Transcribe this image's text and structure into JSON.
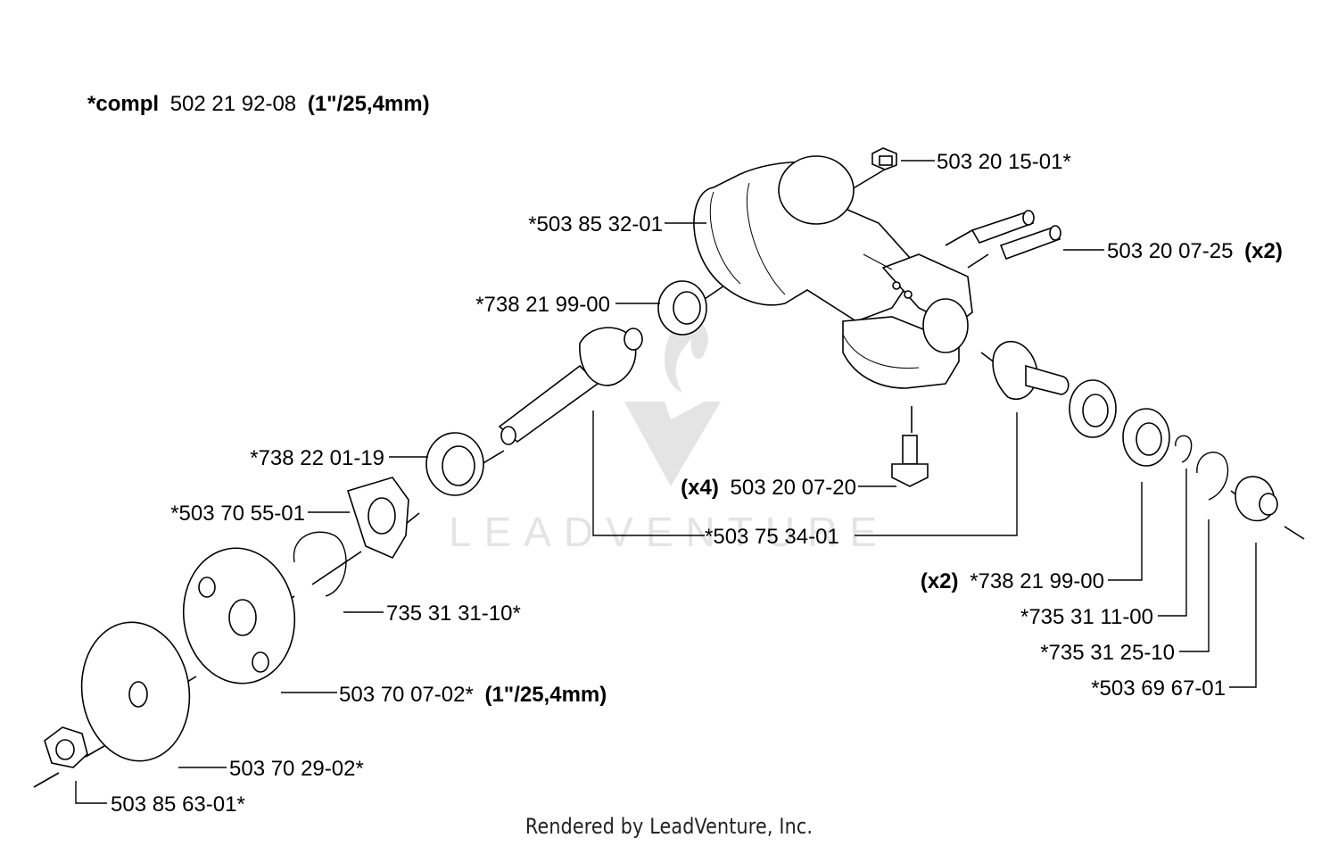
{
  "header": {
    "prefix_bold": "*compl",
    "part_no": "502 21 92-08",
    "size_bold": "(1\"/25,4mm)"
  },
  "watermark": {
    "text": "LEADVENTURE"
  },
  "labels": {
    "l1": {
      "text": "503 20 15-01*"
    },
    "l2": {
      "text": "*503 85 32-01"
    },
    "l3": {
      "text": "503 20 07-25",
      "suffix": "(x2)"
    },
    "l4": {
      "text": "*738 21 99-00"
    },
    "l5": {
      "text": "*738 22 01-19"
    },
    "l6": {
      "prefix": "(x4)",
      "text": "503 20 07-20"
    },
    "l7": {
      "text": "*503 70 55-01"
    },
    "l8": {
      "text": "*503 75 34-01"
    },
    "l9": {
      "prefix": "(x2)",
      "text": "*738 21 99-00"
    },
    "l10": {
      "text": "735 31 31-10*"
    },
    "l11": {
      "text": "*735 31 11-00"
    },
    "l12": {
      "text": "*735 31 25-10"
    },
    "l13": {
      "text": "503 70 07-02*",
      "suffix": "(1\"/25,4mm)"
    },
    "l14": {
      "text": "*503 69 67-01"
    },
    "l15": {
      "text": "503 70 29-02*"
    },
    "l16": {
      "text": "503 85 63-01*"
    }
  },
  "footer": {
    "text": "Rendered by LeadVenture, Inc."
  }
}
